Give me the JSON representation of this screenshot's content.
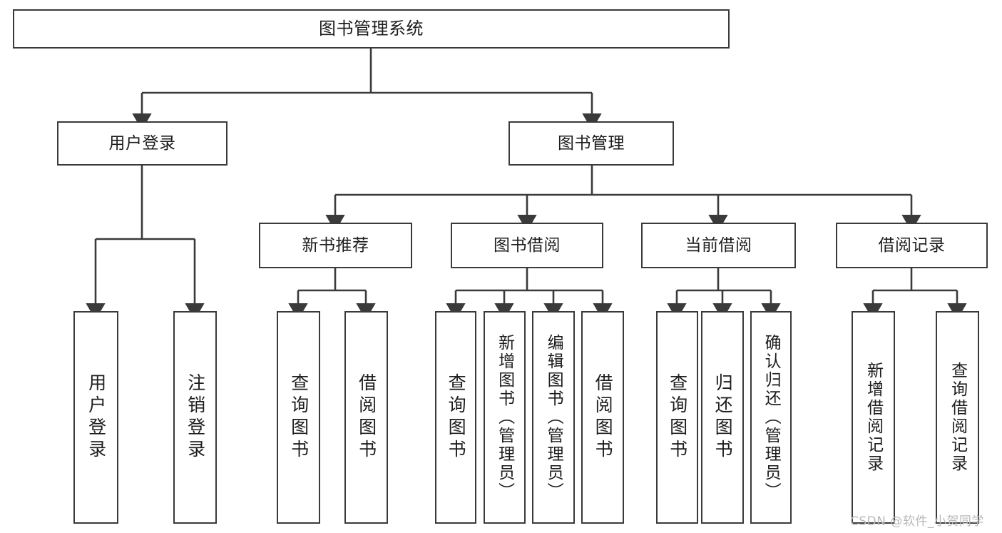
{
  "diagram": {
    "title": "图书管理系统",
    "type": "tree-structure-chart",
    "root": {
      "label": "图书管理系统"
    },
    "level2": [
      {
        "label": "用户登录"
      },
      {
        "label": "图书管理"
      }
    ],
    "level3": [
      {
        "label": "新书推荐"
      },
      {
        "label": "图书借阅"
      },
      {
        "label": "当前借阅"
      },
      {
        "label": "借阅记录"
      }
    ],
    "leaves": {
      "user_login": [
        {
          "label": "用户登录"
        },
        {
          "label": "注销登录"
        }
      ],
      "new_book": [
        {
          "label": "查询图书"
        },
        {
          "label": "借阅图书"
        }
      ],
      "book_borrow": [
        {
          "label": "查询图书"
        },
        {
          "label": "新增图书（管理员）"
        },
        {
          "label": "编辑图书（管理员）"
        },
        {
          "label": "借阅图书"
        }
      ],
      "current_borrow": [
        {
          "label": "查询图书"
        },
        {
          "label": "归还图书"
        },
        {
          "label": "确认归还（管理员）"
        }
      ],
      "borrow_record": [
        {
          "label": "新增借阅记录"
        },
        {
          "label": "查询借阅记录"
        }
      ]
    }
  },
  "watermark": {
    "text": "CSDN @软件_小贺同学"
  },
  "colors": {
    "stroke": "#3a3a3a",
    "background": "#ffffff",
    "text": "#1d1d1d",
    "watermark": "#b9b9b9"
  }
}
